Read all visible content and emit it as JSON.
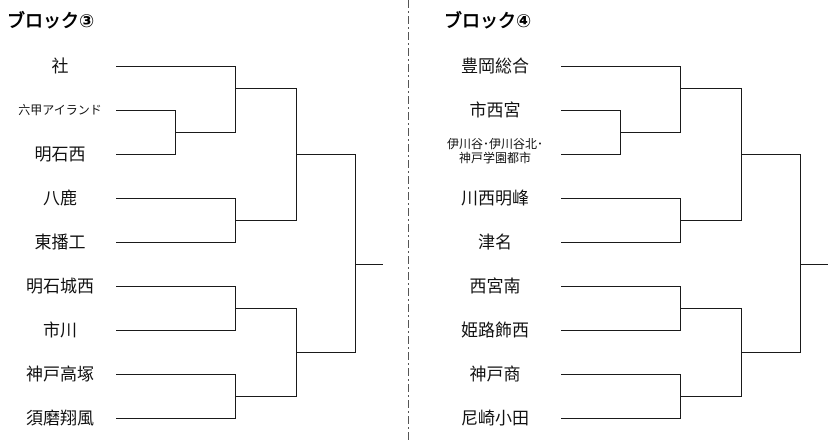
{
  "colors": {
    "line": "#1a1a1a",
    "text": "#111111",
    "divider": "#555555"
  },
  "blocks": [
    {
      "title": "ブロック③",
      "teams": [
        "社",
        "六甲アイランド",
        "明石西",
        "八鹿",
        "東播工",
        "明石城西",
        "市川",
        "神戸高塚",
        "須磨翔風"
      ]
    },
    {
      "title": "ブロック④",
      "teams": [
        "豊岡総合",
        "市西宮",
        "伊川谷･伊川谷北･\n神戸学園都市",
        "川西明峰",
        "津名",
        "西宮南",
        "姫路飾西",
        "神戸商",
        "尼崎小田"
      ]
    }
  ]
}
